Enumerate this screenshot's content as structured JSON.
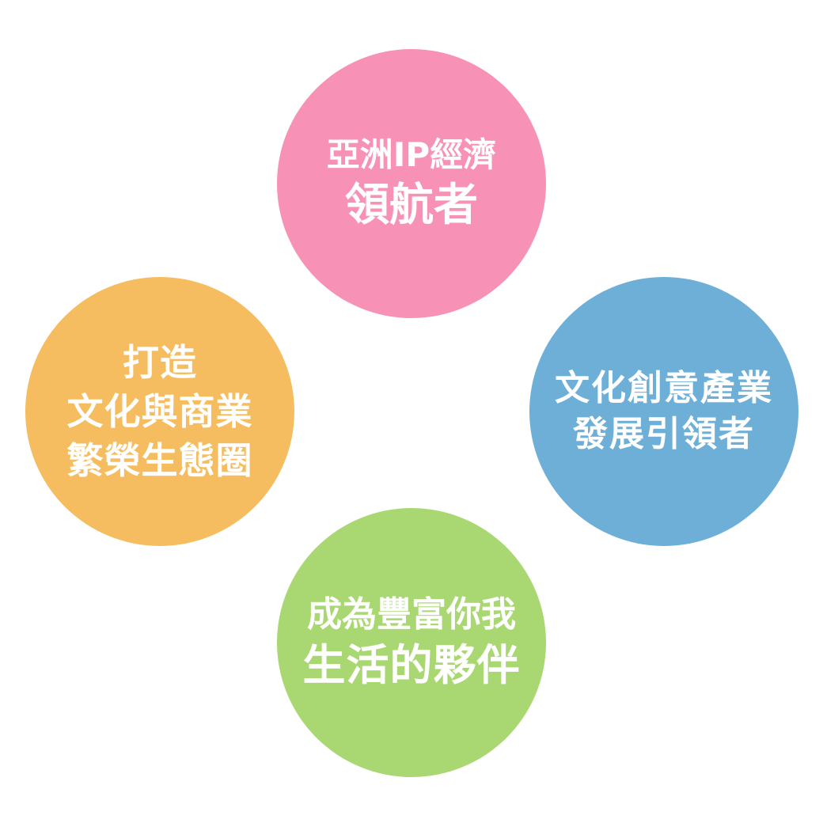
{
  "colors": {
    "top": "#f791b6",
    "left": "#f6bd60",
    "right": "#6eafd8",
    "bottom": "#a9d872",
    "text": "#ffffff"
  },
  "circles": {
    "top": {
      "lines": [
        "亞洲IP經濟",
        "領航者"
      ]
    },
    "left": {
      "lines": [
        "打造",
        "文化與商業",
        "繁榮生態圈"
      ]
    },
    "right": {
      "lines": [
        "文化創意產業",
        "發展引領者"
      ]
    },
    "bottom": {
      "lines": [
        "成為豐富你我",
        "生活的夥伴"
      ]
    }
  }
}
